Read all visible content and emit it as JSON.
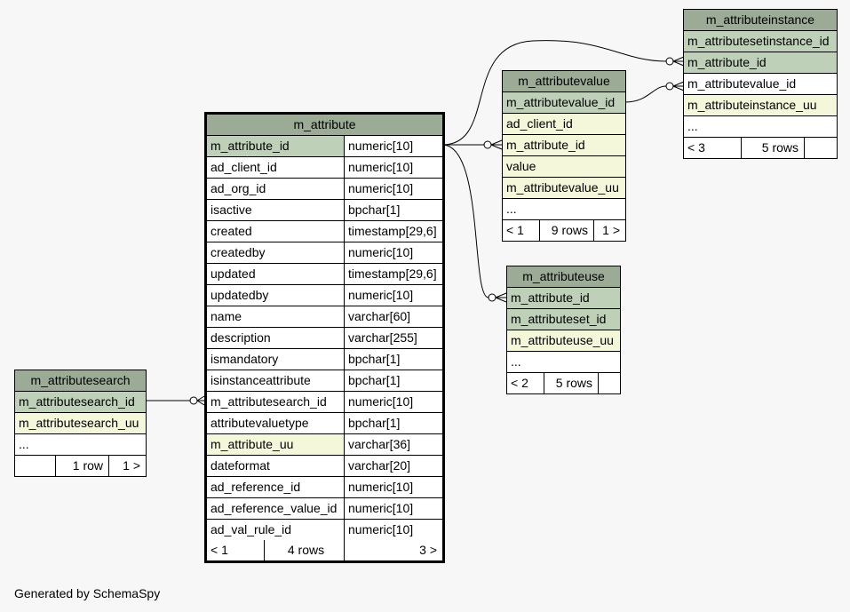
{
  "tables": {
    "m_attribute": {
      "name": "m_attribute",
      "columns": [
        {
          "name": "m_attribute_id",
          "type": "numeric[10]"
        },
        {
          "name": "ad_client_id",
          "type": "numeric[10]"
        },
        {
          "name": "ad_org_id",
          "type": "numeric[10]"
        },
        {
          "name": "isactive",
          "type": "bpchar[1]"
        },
        {
          "name": "created",
          "type": "timestamp[29,6]"
        },
        {
          "name": "createdby",
          "type": "numeric[10]"
        },
        {
          "name": "updated",
          "type": "timestamp[29,6]"
        },
        {
          "name": "updatedby",
          "type": "numeric[10]"
        },
        {
          "name": "name",
          "type": "varchar[60]"
        },
        {
          "name": "description",
          "type": "varchar[255]"
        },
        {
          "name": "ismandatory",
          "type": "bpchar[1]"
        },
        {
          "name": "isinstanceattribute",
          "type": "bpchar[1]"
        },
        {
          "name": "m_attributesearch_id",
          "type": "numeric[10]"
        },
        {
          "name": "attributevaluetype",
          "type": "bpchar[1]"
        },
        {
          "name": "m_attribute_uu",
          "type": "varchar[36]"
        },
        {
          "name": "dateformat",
          "type": "varchar[20]"
        },
        {
          "name": "ad_reference_id",
          "type": "numeric[10]"
        },
        {
          "name": "ad_reference_value_id",
          "type": "numeric[10]"
        },
        {
          "name": "ad_val_rule_id",
          "type": "numeric[10]"
        }
      ],
      "footer": {
        "parents": "< 1",
        "rows": "4 rows",
        "children": "3 >"
      }
    },
    "m_attributesearch": {
      "name": "m_attributesearch",
      "columns": [
        "m_attributesearch_id",
        "m_attributesearch_uu",
        "..."
      ],
      "footer": {
        "parents": "",
        "rows": "1 row",
        "children": "1 >"
      }
    },
    "m_attributevalue": {
      "name": "m_attributevalue",
      "columns": [
        "m_attributevalue_id",
        "ad_client_id",
        "m_attribute_id",
        "value",
        "m_attributevalue_uu",
        "..."
      ],
      "footer": {
        "parents": "< 1",
        "rows": "9 rows",
        "children": "1 >"
      }
    },
    "m_attributeuse": {
      "name": "m_attributeuse",
      "columns": [
        "m_attribute_id",
        "m_attributeset_id",
        "m_attributeuse_uu",
        "..."
      ],
      "footer": {
        "parents": "< 2",
        "rows": "5 rows",
        "children": ""
      }
    },
    "m_attributeinstance": {
      "name": "m_attributeinstance",
      "columns": [
        "m_attributesetinstance_id",
        "m_attribute_id",
        "m_attributevalue_id",
        "m_attributeinstance_uu",
        "..."
      ],
      "footer": {
        "parents": "< 3",
        "rows": "5 rows",
        "children": ""
      }
    }
  },
  "generated_by": "Generated by SchemaSpy",
  "colors": {
    "header": "#9bab96",
    "key": "#bed1b8",
    "index": "#f4f7da",
    "background": "#f7f7f7"
  }
}
